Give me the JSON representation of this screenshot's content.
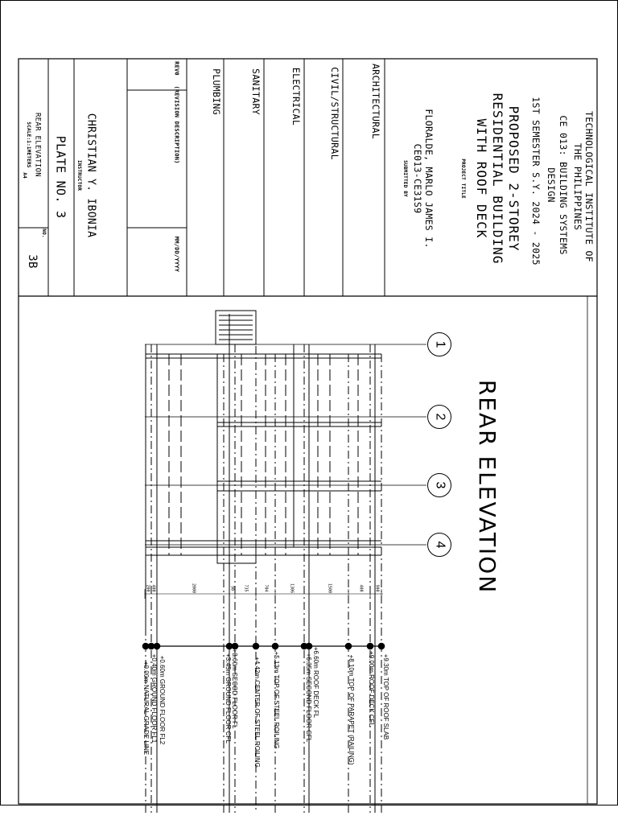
{
  "title_block": {
    "institution": [
      "TECHNOLOGICAL INSTITUTE OF",
      "THE PHILIPPINES"
    ],
    "course": [
      "CE 013: BUILDING SYSTEMS",
      "DESIGN"
    ],
    "semester": "1ST SEMESTER S.Y. 2024 - 2025",
    "project_title": [
      "PROPOSED 2-STOREY",
      "RESIDENTIAL BUILDING",
      "WITH ROOF DECK"
    ],
    "project_title_caption": "PROJECT TITLE",
    "submitted_by_name": "FLORALDE, MARLO JAMES I.",
    "submitted_by_section": "CE013-CE31S9",
    "submitted_by_caption": "SUBMITTED BY",
    "disciplines": [
      "ARCHITECTURAL",
      "CIVIL/STRUCTURAL",
      "ELECTRICAL",
      "SANITARY",
      "PLUMBING"
    ],
    "revision_no_header": "REV0",
    "revision_desc_header": "(REVISION DESCRIPTION)",
    "date_header": "MM/DD/YYYY",
    "instructor_name": "CHRISTIAN Y. IBONIA",
    "instructor_caption": "INSTRUCTOR",
    "plate": "PLATE NO. 3",
    "sheet_title": "REAR ELEVATION",
    "scale": "SCALE:1:1METERS",
    "paper": "A4",
    "no_label": "NO.",
    "sheet_no": "3B"
  },
  "drawing": {
    "title": "REAR ELEVATION",
    "gridlines": [
      "1",
      "2",
      "3",
      "4"
    ],
    "dimensions": [
      "900",
      "400",
      "1500",
      "1306",
      "704",
      "735",
      "90",
      "2000",
      "400",
      "200"
    ],
    "levels": [
      "+9.30m TOP OF ROOF SLAB",
      "+9.00m ROOF DECK CFL",
      "+8.10m TOP OF PARAPET (RAILING)",
      "+6.60m ROOF DECK FL",
      "+6.35m SECOND FLOOR CFL",
      "+5.13m TOP OF STEEL ROILING",
      "+4.42m CENTER OF STEEL ROILING",
      "+3.60m SECOD FLOOR FL",
      "+3.45m GROUND FLOOR CFL",
      "+0.60m GROUND FLOOR FL2",
      "+0.40m GROUND FLOOR FL1",
      "+0.00m NATURAL GRADE LINE"
    ]
  }
}
